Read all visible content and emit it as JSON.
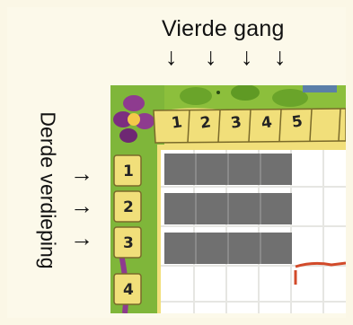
{
  "header": {
    "title": "Vierde gang"
  },
  "side": {
    "label": "Derde verdieping"
  },
  "board": {
    "columns": [
      "1",
      "2",
      "3",
      "4",
      "5"
    ],
    "rows": [
      "1",
      "2",
      "3",
      "4"
    ]
  },
  "colors": {
    "highlight": "#707070",
    "board_yellow": "#f1df7a",
    "board_green": "#8cbf3c"
  },
  "icons": {
    "down": "arrow-down-icon",
    "right": "arrow-right-icon"
  }
}
